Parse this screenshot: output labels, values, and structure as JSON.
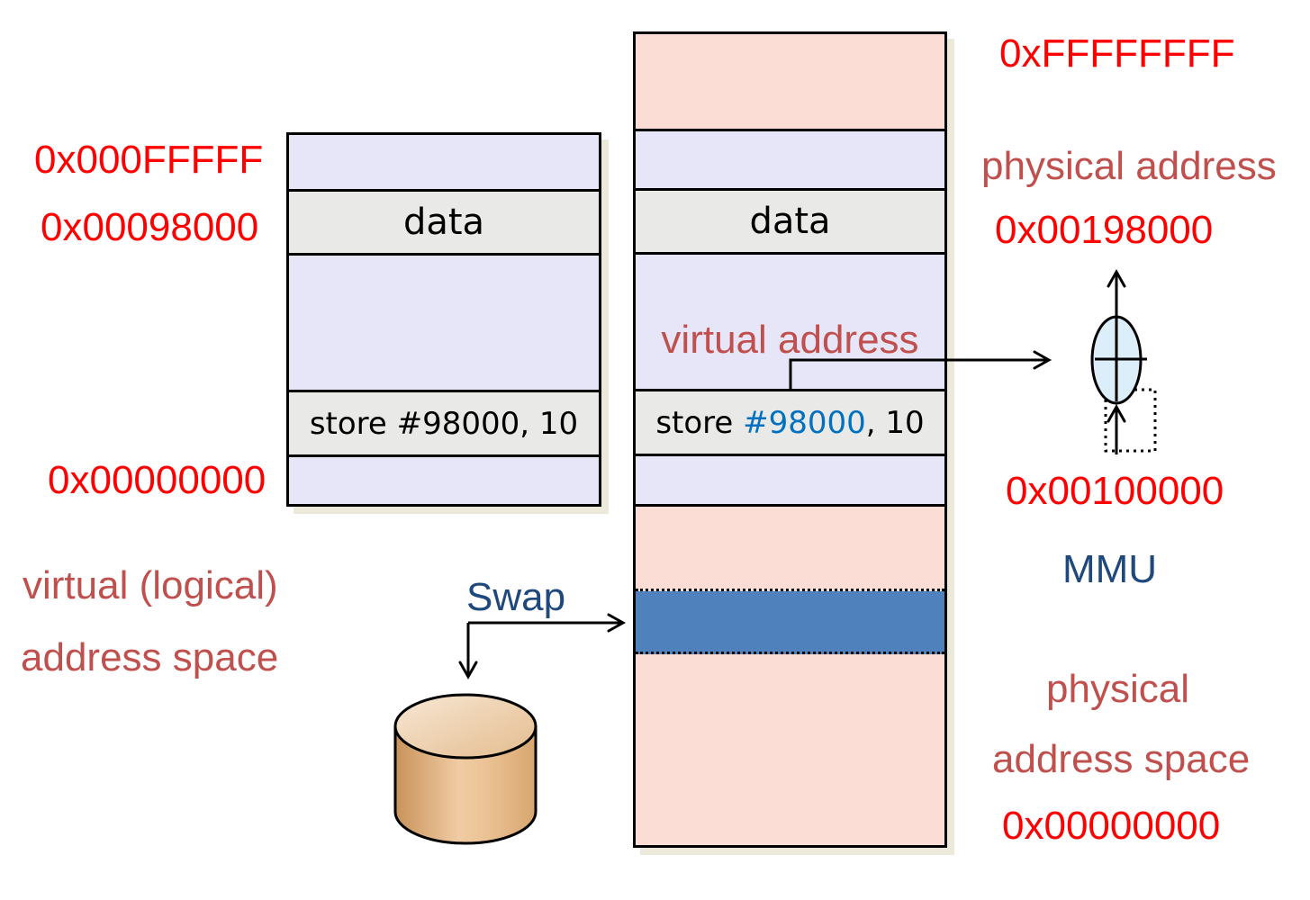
{
  "diagram_type": "virtual-memory-address-translation",
  "colors": {
    "address_red": "#FE0000",
    "caption_brown": "#C0504D",
    "heading_blue": "#1F497D",
    "store_operand_blue": "#0070C0",
    "segment_lavender": "#E7E6F8",
    "segment_gray": "#E9E9E8",
    "segment_pink": "#FBDDD6",
    "swapped_page_blue": "#4F81BD",
    "mmu_ellipse_fill": "#DBEEF9",
    "disk_tan": "#E3B07C"
  },
  "virtual_address_space": {
    "top_address": "0x000FFFFF",
    "data_segment_address": "0x00098000",
    "base_address": "0x00000000",
    "data_segment_label": "data",
    "store_instruction": "store #98000, 10",
    "caption_line1": "virtual (logical)",
    "caption_line2": "address space"
  },
  "physical_address_space": {
    "top_address": "0xFFFFFFFF",
    "physical_address_caption": "physical address",
    "translated_address": "0x00198000",
    "page_frame_address": "0x00100000",
    "base_address": "0x00000000",
    "data_segment_label": "data",
    "store_prefix": "store ",
    "store_operand": "#98000",
    "store_suffix": ", 10",
    "virtual_address_label": "virtual address",
    "caption_line1": "physical",
    "caption_line2": "address space"
  },
  "mmu": {
    "label": "MMU"
  },
  "swap": {
    "label": "Swap"
  }
}
